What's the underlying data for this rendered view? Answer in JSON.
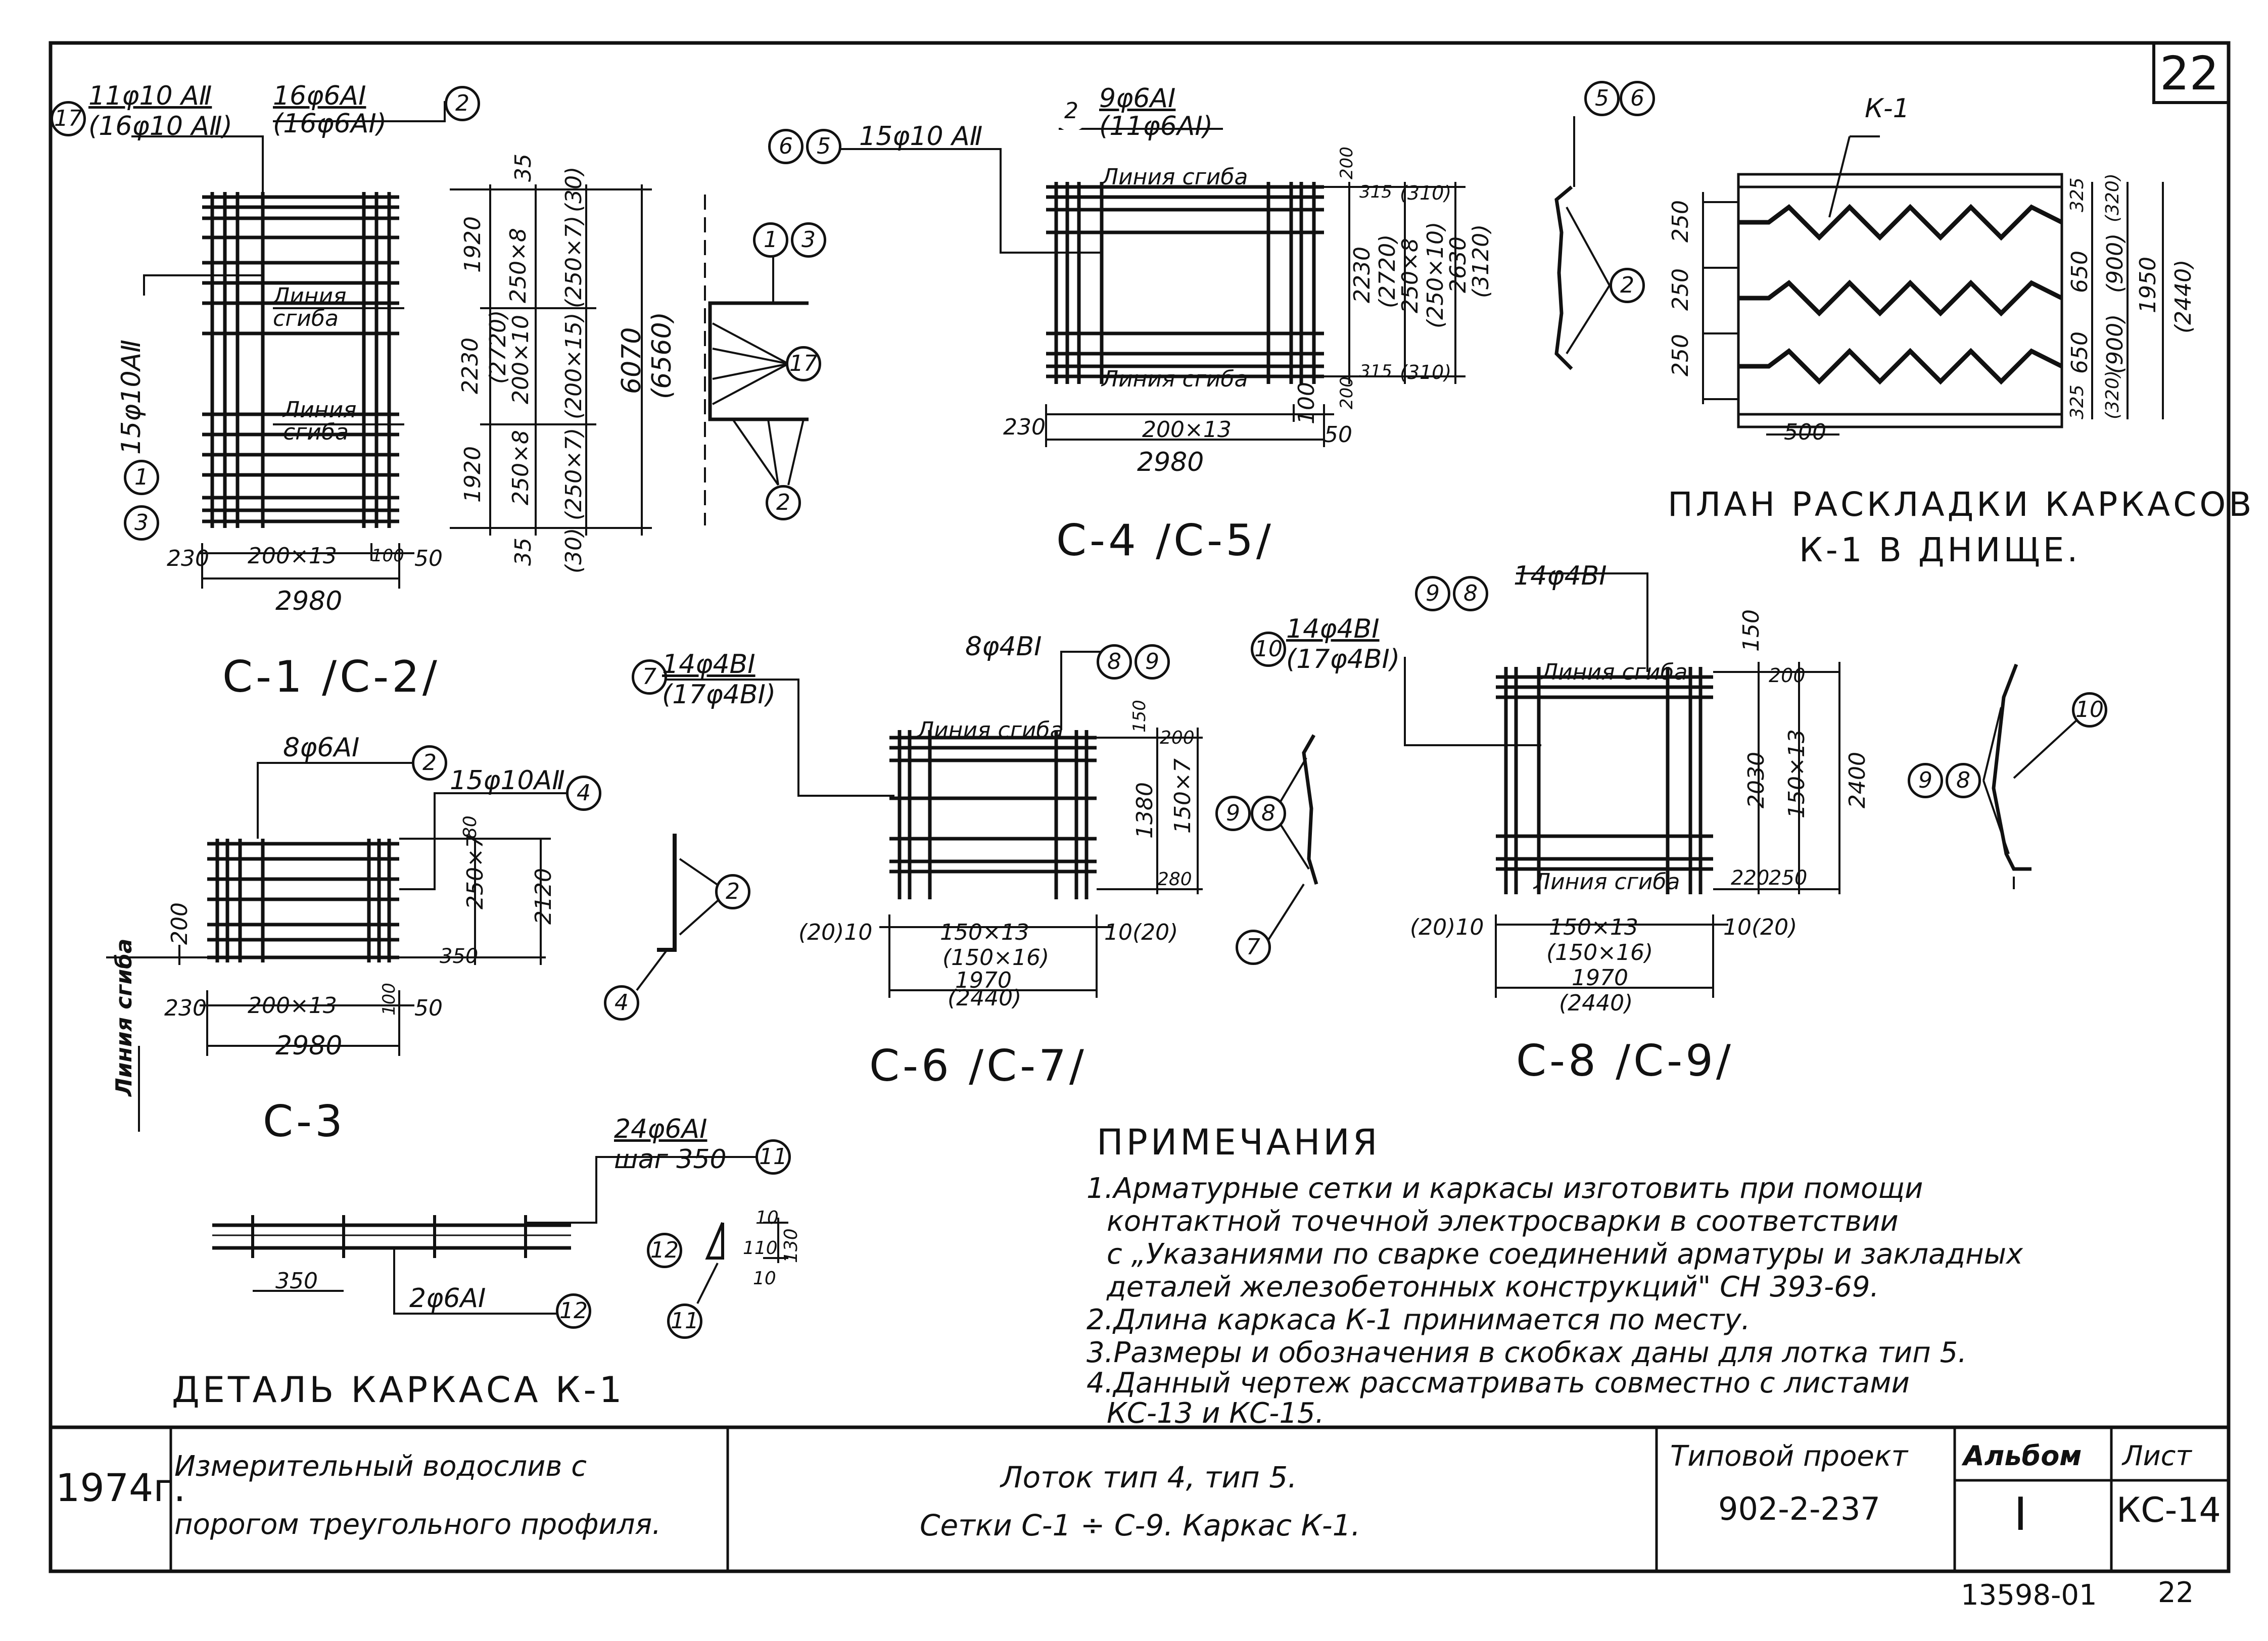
{
  "sheet_number": "22",
  "c1c2": {
    "label": "С-1 /С-2/",
    "callout_17": "17",
    "callout_2": "2",
    "callout_1": "1",
    "callout_3": "3",
    "spec_17": "11φ10 АⅡ",
    "spec_17_alt": "(16φ10 АⅡ)",
    "spec_2": "16φ6АⅠ",
    "spec_2_alt": "(16φ6АⅠ)",
    "spec_1": "15φ10АⅡ",
    "bend_line_1": "Линия сгиба",
    "bend_line_2": "Линия сгиба",
    "dims_bottom": [
      "230",
      "200×13",
      "100",
      "50"
    ],
    "total_width": "2980",
    "dims_left": [
      "35",
      "1920",
      "2230",
      "(2720)",
      "1920",
      "35"
    ],
    "dims_mid": [
      "250×8",
      "200×10",
      "250×8"
    ],
    "dims_mid_alt": [
      "(30)",
      "(250×7)",
      "(200×15)",
      "(250×7)",
      "(30)"
    ],
    "total_height": "6070",
    "total_height_alt": "(6560)"
  },
  "section_1": {
    "callout_1": "1",
    "callout_3": "3",
    "callout_17": "17",
    "callout_2": "2"
  },
  "c4c5": {
    "label": "С-4 /С-5/",
    "callout_6": "6",
    "callout_5": "5",
    "spec_65": "15φ10 АⅡ",
    "callout_2": "2",
    "spec_2": "9φ6АⅠ",
    "spec_2_alt": "(11φ6АⅠ)",
    "bend_top": "Линия сгиба",
    "bend_bottom": "Линия сгиба",
    "dims_right": [
      "200",
      "315",
      "(310)",
      "2230",
      "(2720)",
      "250×8",
      "(250×10)",
      "2630",
      "(3120)",
      "315",
      "(310)",
      "200"
    ],
    "dims_bottom": [
      "230",
      "200×13",
      "100",
      "50"
    ],
    "total_width": "2980"
  },
  "section_5_6": {
    "callout_5": "5",
    "callout_6": "6",
    "callout_2": "2"
  },
  "plan": {
    "k1_label": "К-1",
    "left_dims": [
      "250",
      "250",
      "250"
    ],
    "bottom_dim": "500",
    "right_dims": [
      "325",
      "(320)",
      "650",
      "(900)",
      "650",
      "(900)",
      "1950",
      "(2440)",
      "325",
      "(320)"
    ],
    "title_line1": "ПЛАН РАСКЛАДКИ КАРКАСОВ",
    "title_line2": "К-1 В ДНИЩЕ."
  },
  "c3": {
    "label": "С-3",
    "callout_2": "2",
    "callout_4": "4",
    "spec_2": "8φ6АⅠ",
    "spec_4": "15φ10АⅡ",
    "dims_right": [
      "80",
      "250×7",
      "2120",
      "350"
    ],
    "dim_200": "200",
    "dims_bottom": [
      "230",
      "200×13",
      "100",
      "50"
    ],
    "total_width": "2980",
    "bend_line": "Линия сгиба"
  },
  "section_3": {
    "callout_2": "2",
    "callout_4": "4"
  },
  "c6c7": {
    "label": "С-6 /С-7/",
    "callout_7": "7",
    "spec_7": "14φ4ВⅠ",
    "spec_7_alt": "(17φ4ВⅠ)",
    "callout_8": "8",
    "callout_9": "9",
    "spec_89": "8φ4ВⅠ",
    "bend_line": "Линия сгиба",
    "dims_right": [
      "150",
      "200",
      "1380",
      "150×7",
      "280"
    ],
    "dims_bottom": [
      "(20)10",
      "150×13",
      "(150×16)",
      "10(20)"
    ],
    "total_width": "1970",
    "total_width_alt": "(2440)"
  },
  "section_6": {
    "callout_9": "9",
    "callout_8": "8",
    "callout_7": "7"
  },
  "c8c9": {
    "label": "С-8 /С-9/",
    "callout_9": "9",
    "callout_8": "8",
    "spec_89": "14φ4ВⅠ",
    "callout_10": "10",
    "spec_10": "14φ4ВⅠ",
    "spec_10_alt": "(17φ4ВⅠ)",
    "bend_top": "Линия сгиба",
    "bend_bottom": "Линия сгиба",
    "dims_right": [
      "150",
      "200",
      "2030",
      "150×13",
      "2400",
      "220",
      "250"
    ],
    "dims_bottom": [
      "(20)10",
      "150×13",
      "(150×16)",
      "10(20)"
    ],
    "total_width": "1970",
    "total_width_alt": "(2440)"
  },
  "section_8": {
    "callout_9": "9",
    "callout_8": "8",
    "callout_10": "10"
  },
  "k1_detail": {
    "title": "ДЕТАЛЬ КАРКАСА К-1",
    "callout_11": "11",
    "spec_11": "24φ6АⅠ",
    "spec_11_step": "шаг 350",
    "callout_12": "12",
    "spec_12": "2φ6АⅠ",
    "dim_350": "350",
    "section_dims": [
      "10",
      "110",
      "130",
      "10"
    ]
  },
  "notes": {
    "title": "ПРИМЕЧАНИЯ",
    "lines": [
      "1.Арматурные сетки и каркасы изготовить при помощи",
      "контактной точечной электросварки в соответствии",
      "с „Указаниями по сварке соединений арматуры и закладных",
      "деталей железобетонных конструкций\" СН 393-69.",
      "2.Длина каркаса К-1 принимается по месту.",
      "3.Размеры и обозначения в скобках даны для лотка тип 5.",
      "4.Данный чертеж рассматривать совместно с листами",
      "КС-13 и КС-15."
    ]
  },
  "title_block": {
    "year": "1974г.",
    "name_line1": "Измерительный водослив с",
    "name_line2": "порогом треугольного профиля.",
    "desc_line1": "Лоток тип 4, тип 5.",
    "desc_line2": "Сетки С-1 ÷ С-9. Каркас К-1.",
    "project_label": "Типовой проект",
    "project_number": "902-2-237",
    "album_label": "Альбом",
    "album_value": "Ⅰ",
    "sheet_label": "Лист",
    "sheet_value": "КС-14"
  },
  "footer": {
    "archive_number": "13598-01",
    "page": "22"
  }
}
